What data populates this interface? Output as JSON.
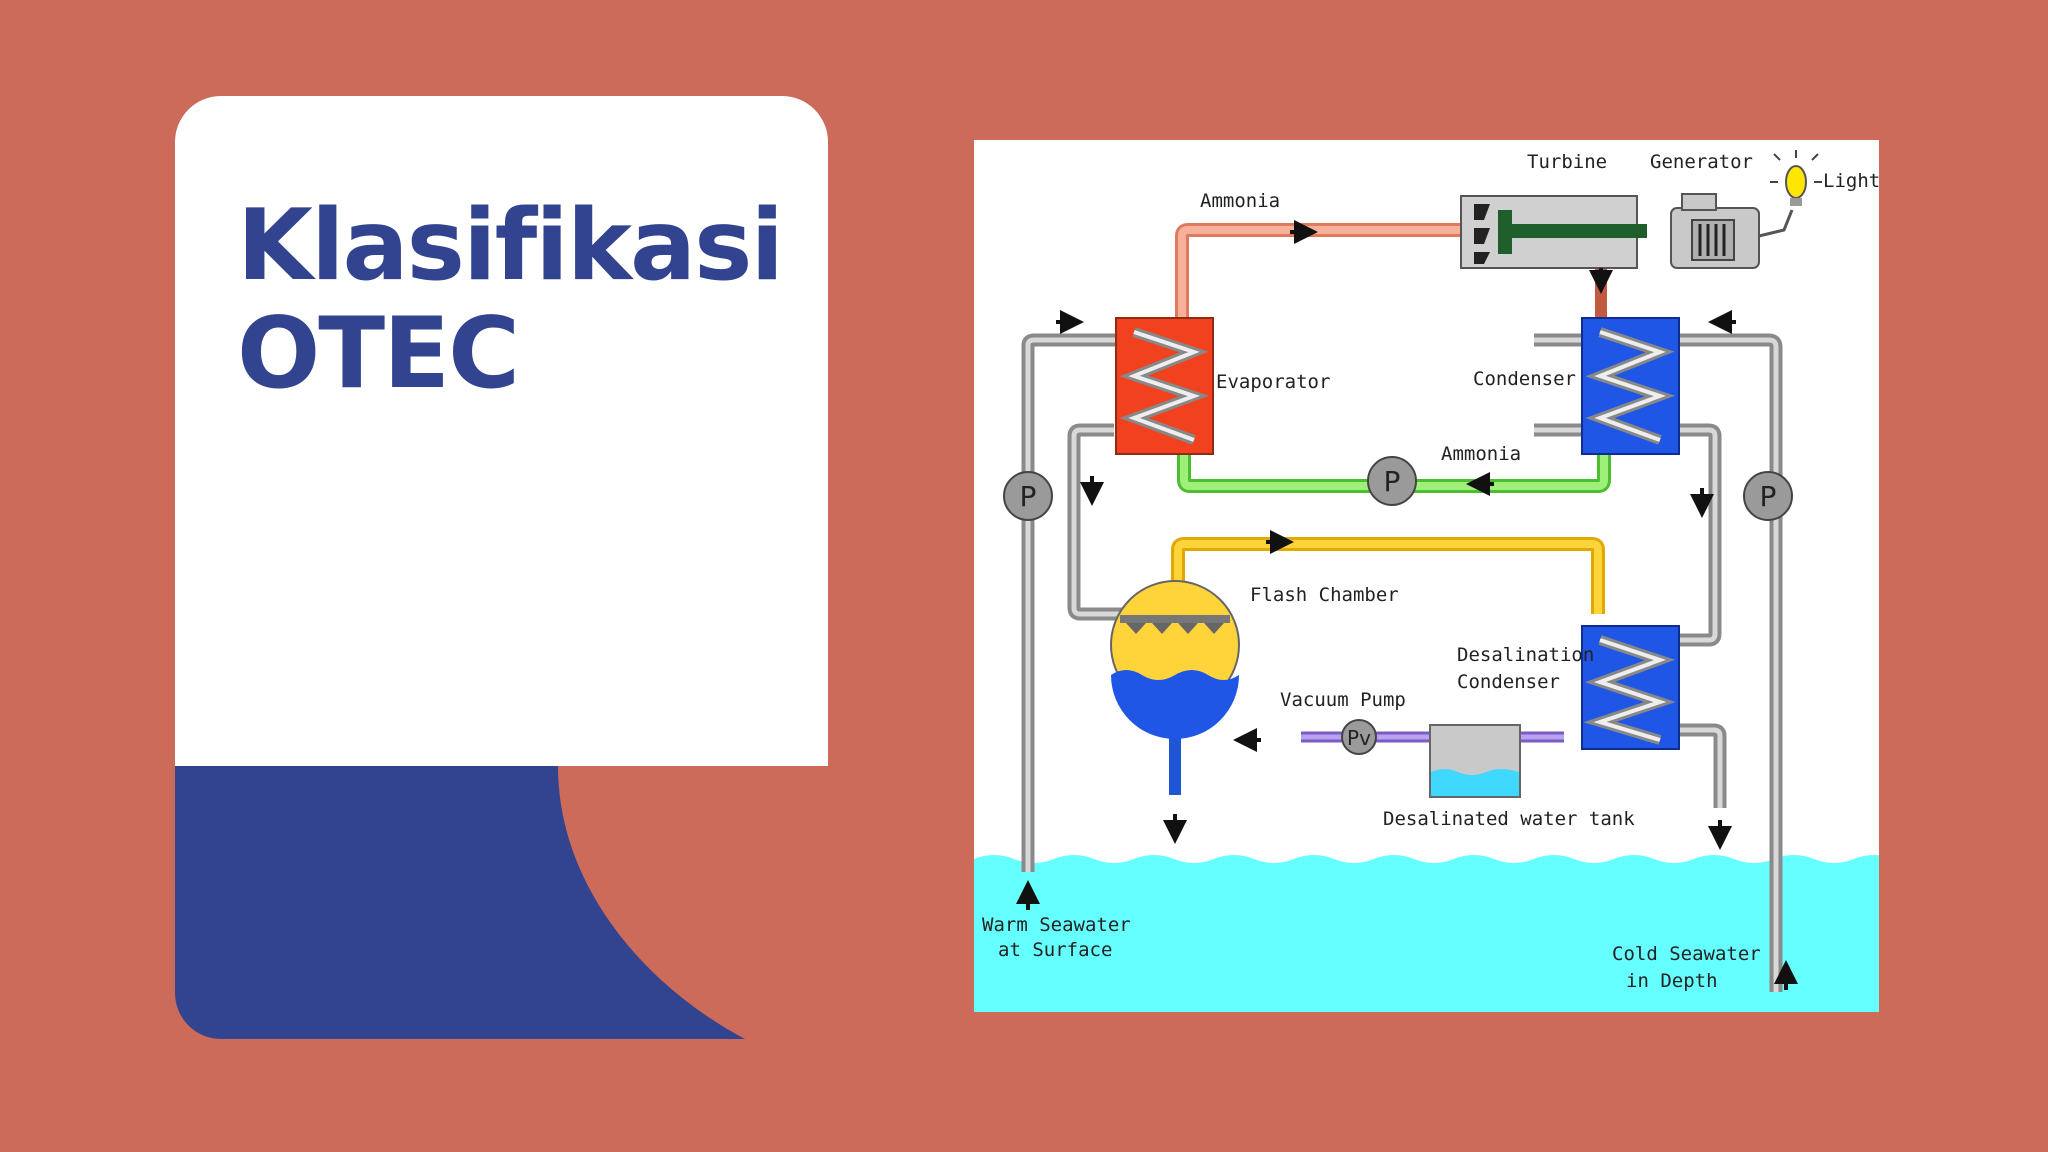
{
  "slide": {
    "title_line1": "Klasifikasi",
    "title_line2": "OTEC",
    "colors": {
      "background": "#CC6B5A",
      "card": "#FFFFFF",
      "accent_blue": "#32448F",
      "seawater": "#66FFFF"
    }
  },
  "diagram": {
    "labels": {
      "turbine": "Turbine",
      "generator": "Generator",
      "light": "Light",
      "ammonia_top": "Ammonia",
      "ammonia_mid": "Ammonia",
      "evaporator": "Evaporator",
      "condenser": "Condenser",
      "flash_chamber": "Flash Chamber",
      "desal_line1": "Desalination",
      "desal_line2": "Condenser",
      "vacuum_pump": "Vacuum Pump",
      "pump_p": "P",
      "pump_pv": "Pv",
      "tank": "Desalinated water tank",
      "warm_line1": "Warm Seawater",
      "warm_line2": "at Surface",
      "cold_line1": "Cold Seawater",
      "cold_line2": "in Depth"
    },
    "icons": [
      "pump-icon",
      "light-bulb-icon",
      "flow-arrow-icon",
      "heat-exchanger-coil-icon"
    ]
  }
}
